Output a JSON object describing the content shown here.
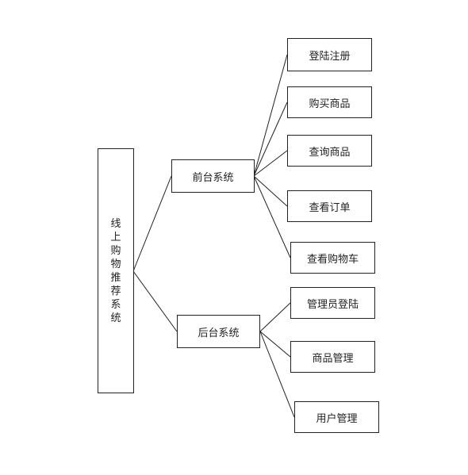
{
  "diagram": {
    "root": {
      "label": "线上购物推荐系统"
    },
    "branches": [
      {
        "label": "前台系统",
        "children": [
          "登陆注册",
          "购买商品",
          "查询商品",
          "查看订单",
          "查看购物车"
        ]
      },
      {
        "label": "后台系统",
        "children": [
          "管理员登陆",
          "商品管理",
          "用户管理"
        ]
      }
    ]
  }
}
